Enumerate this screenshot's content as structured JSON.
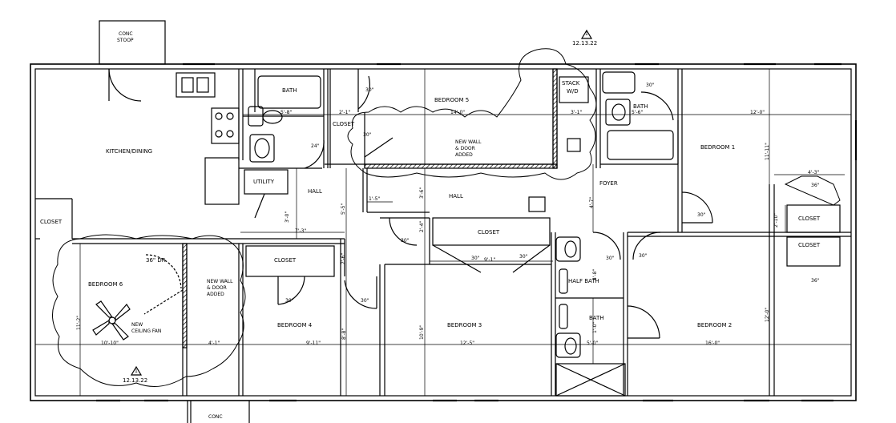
{
  "rooms": {
    "kitchen_dining": "KITCHEN/DINING",
    "bath_top": "BATH",
    "bedroom5": "BEDROOM 5",
    "stack_wd_1": "STACK",
    "stack_wd_2": "W/D",
    "bath_right": "BATH",
    "bedroom1": "BEDROOM 1",
    "closet_b5": "CLOSET",
    "utility": "UTILITY",
    "hall_left": "HALL",
    "hall_mid": "HALL",
    "foyer": "FOYER",
    "closet_left": "CLOSET",
    "closet_right_top": "CLOSET",
    "closet_right_bottom": "CLOSET",
    "closet_mid": "CLOSET",
    "closet_b4": "CLOSET",
    "bedroom6": "BEDROOM 6",
    "bedroom4": "BEDROOM 4",
    "bedroom3": "BEDROOM 3",
    "half_bath": "HALF BATH",
    "bath_lower": "BATH",
    "bedroom2": "BEDROOM 2"
  },
  "notes": {
    "conc_stoop_1": "CONC",
    "conc_stoop_2": "STOOP",
    "conc_bottom": "CONC",
    "rev_number": "1",
    "rev_date_top": "12.13.22",
    "rev_date_bottom": "12.13.22",
    "new_wall_mid_1": "NEW WALL",
    "new_wall_mid_2": "& DOOR",
    "new_wall_mid_3": "ADDED",
    "new_wall_left_1": "NEW WALL",
    "new_wall_left_2": "& DOOR",
    "new_wall_left_3": "ADDED",
    "ceiling_fan_1": "NEW",
    "ceiling_fan_2": "CEILING FAN",
    "door_36dr": "36\" DR"
  },
  "doors": {
    "d30_b5": "30\"",
    "d30_closet": "30\"",
    "d24": "24\"",
    "d30_bath_r": "30\"",
    "d30_b1": "30\"",
    "d36_top": "36\"",
    "d36_bottom": "36\"",
    "d30_closet_mid_a": "30\"",
    "d30_closet_mid_b": "30\"",
    "d30_b3": "30\"",
    "d30_half_a": "30\"",
    "d30_half_b": "30\"",
    "d30_b4_closet": "30\"",
    "d30_b4": "30\""
  },
  "dimensions": {
    "dim_5_8": "5'-8\"",
    "dim_2_1": "2'-1\"",
    "dim_14_0": "14'-0\"",
    "dim_3_1": "3'-1\"",
    "dim_5_6": "5'-6\"",
    "dim_12_0_top": "12'-0\"",
    "dim_11_11": "11'-11\"",
    "dim_4_3": "4'-3\"",
    "dim_2_10": "2'-10\"",
    "dim_1_5": "1'-5\"",
    "dim_7_3": "7'-3\"",
    "dim_3_0_a": "3'-0\"",
    "dim_5_5": "5'-5\"",
    "dim_4_7": "4'-7\"",
    "dim_2_4": "2'-4\"",
    "dim_3_6": "3'-6\"",
    "dim_9_1": "9'-1\"",
    "dim_2_6": "2'-6\"",
    "dim_4_8": "4'-8\"",
    "dim_11_2": "11'-2\"",
    "dim_10_10": "10'-10\"",
    "dim_4_1": "4'-1\"",
    "dim_9_11": "9'-11\"",
    "dim_8_8": "8'-8\"",
    "dim_10_9": "10'-9\"",
    "dim_12_5": "12'-5\"",
    "dim_5_0": "5'-0\"",
    "dim_16_0": "16'-0\"",
    "dim_12_0_right": "12'-0\"",
    "dim_1_0": "1'-0\""
  },
  "colors": {
    "line": "#000000",
    "window": "#000000"
  }
}
